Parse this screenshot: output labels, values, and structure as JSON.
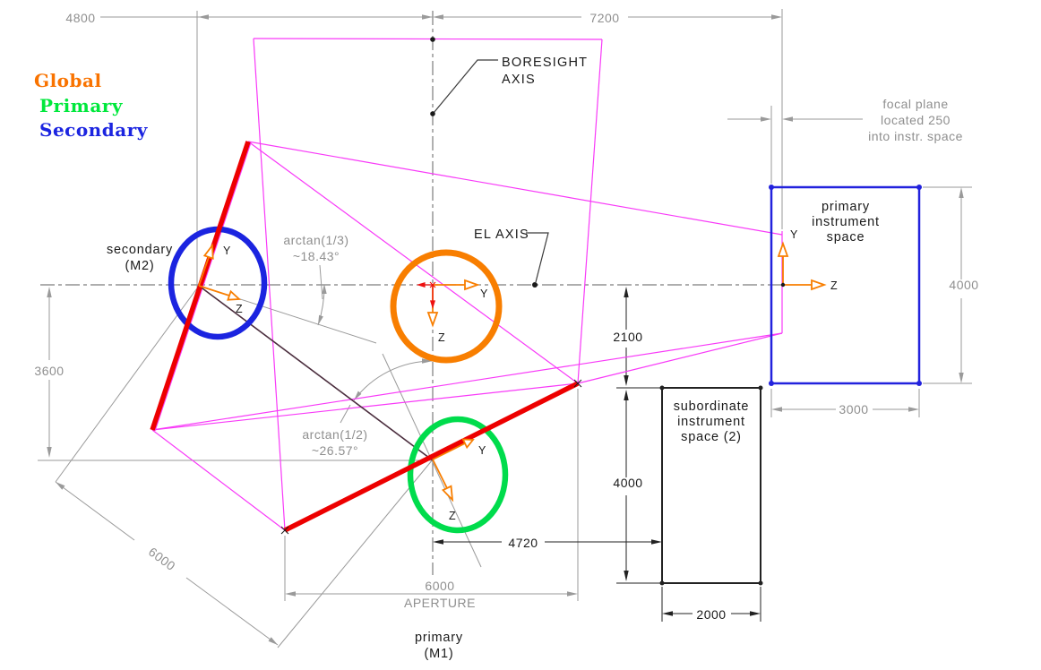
{
  "legend": {
    "global": "Global",
    "primary": "Primary",
    "secondary": "Secondary"
  },
  "annotations": {
    "boresight": [
      "BORESIGHT",
      "AXIS"
    ],
    "el_axis": "EL AXIS",
    "secondary_mirror": [
      "secondary",
      "(M2)"
    ],
    "primary_mirror": [
      "primary",
      "(M1)"
    ],
    "primary_instrument_space": [
      "primary",
      "instrument",
      "space"
    ],
    "subordinate_instrument_space": [
      "subordinate",
      "instrument",
      "space (2)"
    ],
    "focal_plane_note": [
      "focal plane",
      "located 250",
      "into instr. space"
    ],
    "m2_angle": [
      "arctan(1/3)",
      "~18.43°"
    ],
    "m1_angle": [
      "arctan(1/2)",
      "~26.57°"
    ],
    "aperture_label": "APERTURE"
  },
  "dimensions": {
    "boresight_to_m2": "4800",
    "boresight_to_focal": "7200",
    "instr_space_width": "3000",
    "instr_space_height": "4000",
    "centerline_to_sub_space": "2100",
    "sub_space_height": "4000",
    "sub_space_width": "2000",
    "boresight_to_sub_space": "4720",
    "aperture": "6000",
    "m2_below_centerline": "3600",
    "mirror_separation": "6000"
  },
  "axis_labels": {
    "y": "Y",
    "z": "Z"
  },
  "colors": {
    "global_frame": "#f97300",
    "primary_frame": "#00dc4c",
    "secondary_frame": "#1b24e0",
    "mirror": "#ed0000",
    "ray": "#f83af8",
    "dimension_gray": "#8f8f8f",
    "annotation_black": "#1a1a1a"
  }
}
